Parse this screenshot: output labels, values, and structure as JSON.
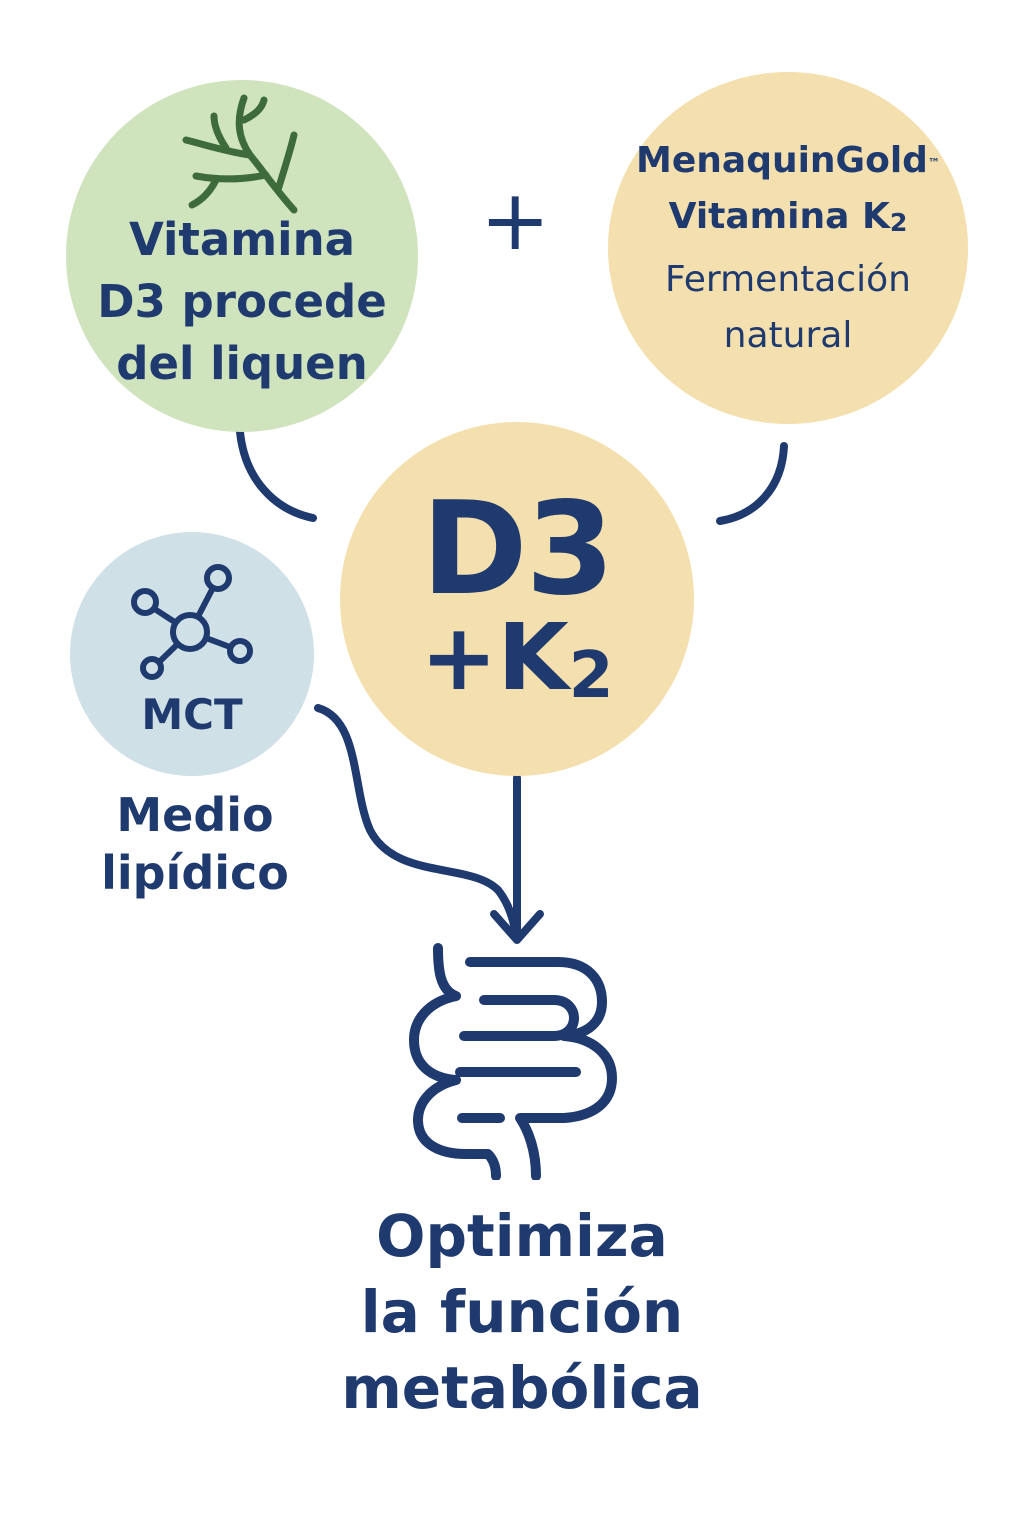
{
  "colors": {
    "navy": "#1f3a6e",
    "green_circle": "#cfe3bd",
    "gold_circle": "#f4dfae",
    "blue_circle": "#cfe0e6",
    "lichen_green": "#3d6b3a"
  },
  "d3_source": {
    "icon": "lichen-icon",
    "lines": [
      "Vitamina",
      "D3 procede",
      "del liquen"
    ]
  },
  "plus": "+",
  "k2_source": {
    "brand": "MenaquinGold",
    "trademark": "™",
    "title": "Vitamina K",
    "title_sub": "2",
    "source_lines": [
      "Fermentación",
      "natural"
    ]
  },
  "combo": {
    "top": "D3",
    "bottom": "+K",
    "bottom_sub": "2"
  },
  "mct": {
    "icon": "molecule-icon",
    "label": "MCT",
    "caption_lines": [
      "Medio",
      "lipídico"
    ]
  },
  "result": {
    "icon": "intestine-icon",
    "lines": [
      "Optimiza",
      "la función",
      "metabólica"
    ]
  }
}
